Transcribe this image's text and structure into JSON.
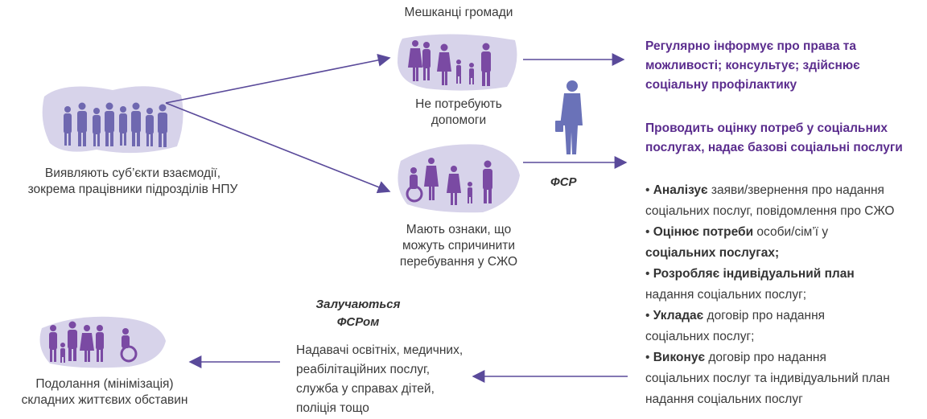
{
  "colors": {
    "arrow": "#5a4a9a",
    "accent_text": "#5b2d8e",
    "blob_light": "#d7d3ea",
    "figure": "#6f68b0",
    "figure_purple": "#7a4aa3",
    "worker": "#6a72b8"
  },
  "left_group": {
    "caption_line1": "Виявляють суб’єкти взаємодії,",
    "caption_line2": "зокрема працівники підрозділів НПУ"
  },
  "top_group": {
    "title": "Мешканці громади",
    "caption_line1": "Не потребують",
    "caption_line2": "допомоги"
  },
  "middle_group": {
    "caption_line1": "Мають ознаки, що",
    "caption_line2": "можуть спричинити",
    "caption_line3": "перебування у  СЖО"
  },
  "worker": {
    "label": "ФСР",
    "icon": "social-worker-icon"
  },
  "right_panel": {
    "heading1_line1": "Регулярно інформує про права та",
    "heading1_line2": "можливості; консультує; здійснює",
    "heading1_line3": "соціальну профілактику",
    "heading2_line1": "Проводить оцінку потреб у соціальних",
    "heading2_line2": "послугах, надає базові соціальні послуги",
    "bullets": [
      {
        "bold": "Аналізує",
        "rest": " заяви/звернення про надання"
      },
      {
        "bold": "",
        "rest": "соціальних послуг, повідомлення про СЖО"
      },
      {
        "bold": "Оцінює потреби",
        "rest": " особи/сім’ї у"
      },
      {
        "bold": "соціальних послугах;",
        "rest": ""
      },
      {
        "bold": "Розробляє індивідуальний план",
        "rest": ""
      },
      {
        "bold": "",
        "rest": "надання соціальних послуг;"
      },
      {
        "bold": "Укладає",
        "rest": "  договір про надання"
      },
      {
        "bold": "",
        "rest": "соціальних послуг;"
      },
      {
        "bold": "Виконує",
        "rest": " договір про надання"
      },
      {
        "bold": "",
        "rest": "соціальних послуг та індивідуальний план"
      },
      {
        "bold": "",
        "rest": "надання соціальних послуг"
      }
    ]
  },
  "involved": {
    "title_line1": "Залучаються",
    "title_line2": "ФСРом",
    "line1": "Надавачі освітніх, медичних,",
    "line2": "реабілітаційних послуг,",
    "line3": "служба у справах дітей,",
    "line4": "поліція тощо"
  },
  "outcome": {
    "caption_line1": "Подолання (мінімізація)",
    "caption_line2": "складних життєвих обставин"
  }
}
